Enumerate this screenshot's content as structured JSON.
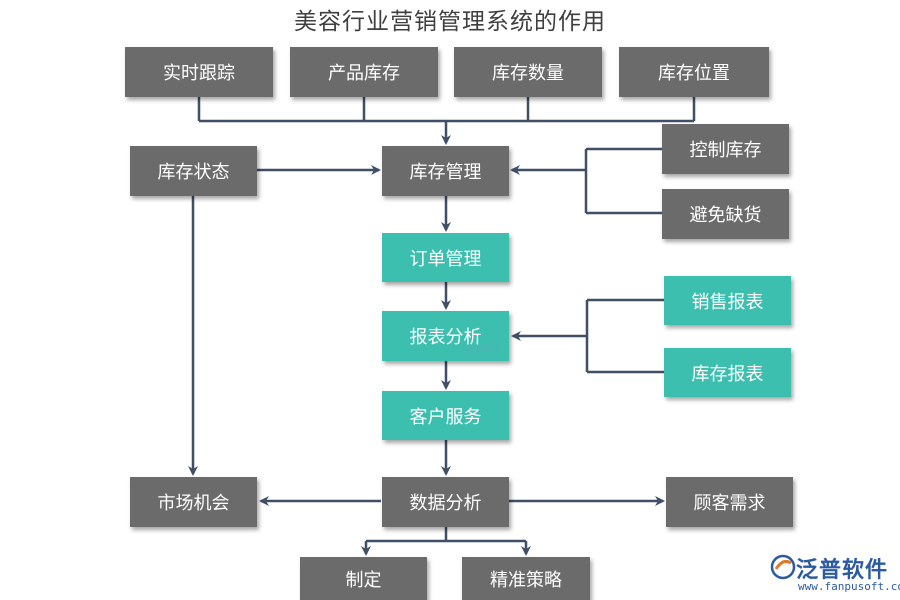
{
  "title": "美容行业营销管理系统的作用",
  "nodes": {
    "realtime_tracking": "实时跟踪",
    "product_inventory": "产品库存",
    "inventory_quantity": "库存数量",
    "inventory_location": "库存位置",
    "inventory_status": "库存状态",
    "inventory_management": "库存管理",
    "control_inventory": "控制库存",
    "avoid_shortage": "避免缺货",
    "order_management": "订单管理",
    "report_analysis": "报表分析",
    "sales_report": "销售报表",
    "inventory_report": "库存报表",
    "customer_service": "客户服务",
    "market_opportunity": "市场机会",
    "data_analysis": "数据分析",
    "customer_demand": "顾客需求",
    "formulate": "制定",
    "precise_strategy": "精准策略"
  },
  "colors": {
    "gray_node": "#6b6b6b",
    "teal_node": "#3dbfb0",
    "connector": "#3f4f66"
  },
  "watermark": "泛普软件",
  "logo": {
    "icon": "fanpu-logo-icon",
    "brand": "泛普软件",
    "url": "www.fanpusoft.com"
  }
}
